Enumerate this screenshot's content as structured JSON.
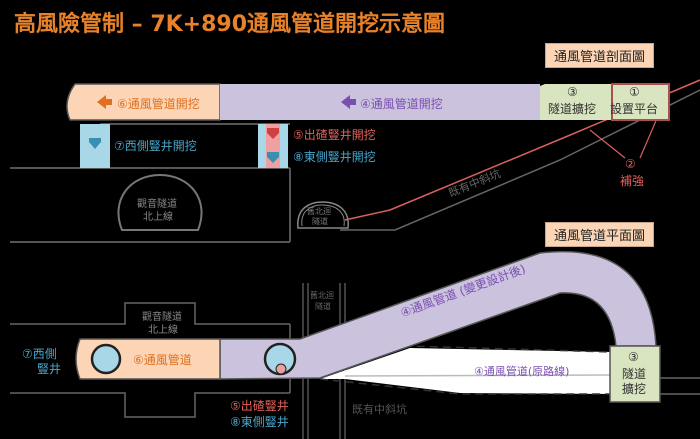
{
  "title": "高風險管制 – 7K+890通風管道開挖示意圖",
  "section_view": {
    "tag": "通風管道剖面圖",
    "duct_west_label": "⑥通風管道開挖",
    "duct_east_label": "④通風管道開挖",
    "platform_step3_num": "③",
    "platform_step3_label": "隧道擴挖",
    "platform_step1_num": "①",
    "platform_step1_label": "設置平台",
    "shaft_west_label": "⑦西側豎井開挖",
    "shaft_muck_label": "⑤出碴豎井開挖",
    "shaft_east_label": "⑧東側豎井開挖",
    "reinforce_num": "②",
    "reinforce_label": "補強",
    "guanyin_tunnel_line1": "觀音隧道",
    "guanyin_tunnel_line2": "北上線",
    "old_tunnel_line1": "舊北迴",
    "old_tunnel_line2": "隧道",
    "inclined_shaft_label": "既有中斜坑"
  },
  "plan_view": {
    "tag": "通風管道平面圖",
    "west_shaft_line1": "⑦西側",
    "west_shaft_line2": "豎井",
    "duct6_label": "⑥通風管道",
    "duct4_new_label": "④通風管道 (變更設計後)",
    "duct4_orig_label": "④通風管道(原路線)",
    "muck_shaft_label": "⑤出碴豎井",
    "east_shaft_label": "⑧東側豎井",
    "guanyin_tunnel_line1": "觀音隧道",
    "guanyin_tunnel_line2": "北上線",
    "old_tunnel_line1": "舊北迴",
    "old_tunnel_line2": "隧道",
    "inclined_shaft_label": "既有中斜坑",
    "expand_num": "③",
    "expand_line1": "隧道",
    "expand_line2": "擴挖"
  },
  "colors": {
    "title": "#e8822a",
    "orange_fill": "#fbd5b5",
    "purple_fill": "#cbc2de",
    "green_fill": "#d9e4c0",
    "shaft_blue": "#a8d8e8",
    "red": "#e0605a",
    "blue_text": "#4aa3c8",
    "purple_text": "#7a4fb0",
    "orange_text": "#e07020"
  }
}
